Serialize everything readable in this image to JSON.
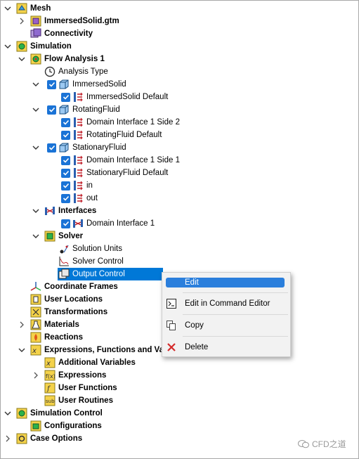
{
  "tree": {
    "mesh": "Mesh",
    "immersed_gtm": "ImmersedSolid.gtm",
    "connectivity": "Connectivity",
    "simulation": "Simulation",
    "flow_analysis": "Flow Analysis 1",
    "analysis_type": "Analysis Type",
    "immersed_solid": "ImmersedSolid",
    "immersed_solid_default": "ImmersedSolid Default",
    "rotating_fluid": "RotatingFluid",
    "domain_interface_side2": "Domain Interface 1 Side 2",
    "rotating_fluid_default": "RotatingFluid Default",
    "stationary_fluid": "StationaryFluid",
    "domain_interface_side1": "Domain Interface 1 Side 1",
    "stationary_fluid_default": "StationaryFluid Default",
    "in": "in",
    "out": "out",
    "interfaces": "Interfaces",
    "domain_interface": "Domain Interface 1",
    "solver": "Solver",
    "solution_units": "Solution Units",
    "solver_control": "Solver Control",
    "output_control": "Output Control",
    "coordinate_frames": "Coordinate Frames",
    "user_locations": "User Locations",
    "transformations": "Transformations",
    "materials": "Materials",
    "reactions": "Reactions",
    "expressions_functions": "Expressions, Functions and Va",
    "additional_variables": "Additional Variables",
    "expressions": "Expressions",
    "user_functions": "User Functions",
    "user_routines": "User Routines",
    "simulation_control": "Simulation Control",
    "configurations": "Configurations",
    "case_options": "Case Options"
  },
  "context_menu": {
    "edit": "Edit",
    "edit_cmd": "Edit in Command Editor",
    "copy": "Copy",
    "delete": "Delete"
  },
  "watermark": "CFD之道",
  "colors": {
    "selection": "#0078d7",
    "check": "#1a73d6",
    "delete_icon": "#d42a2a"
  }
}
